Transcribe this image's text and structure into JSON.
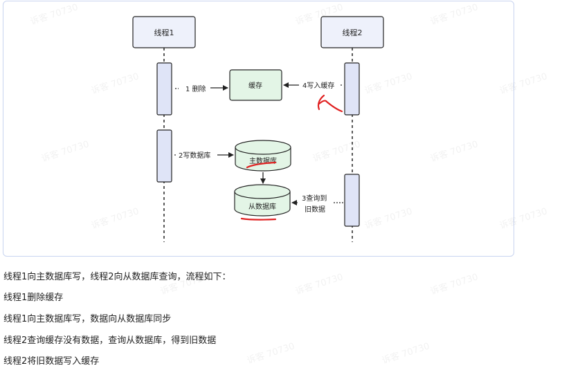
{
  "diagram": {
    "thread1_label": "线程1",
    "thread2_label": "线程2",
    "cache_label": "缓存",
    "master_db_label": "主数据库",
    "slave_db_label": "从数据库",
    "step1": "1 删除",
    "step2": "2写数据库",
    "step3_line1": "3查询到",
    "step3_line2": "旧数据",
    "step4": "4写入缓存"
  },
  "description": {
    "lines": [
      "线程1向主数据库写，线程2向从数据库查询，流程如下：",
      "线程1删除缓存",
      "线程1向主数据库写，数据向从数据库同步",
      "线程2查询缓存没有数据，查询从数据库，得到旧数据",
      "线程2将旧数据写入缓存"
    ]
  },
  "watermark": "诉客 70730",
  "colors": {
    "thread_box_fill": "#eef1fb",
    "activation_fill": "#dfe4f7",
    "cache_fill": "#e3f5e6",
    "db_fill": "#e3f5e6",
    "stroke": "#222222",
    "annotation": "#e02020",
    "frame_border": "#c8d4f0"
  }
}
